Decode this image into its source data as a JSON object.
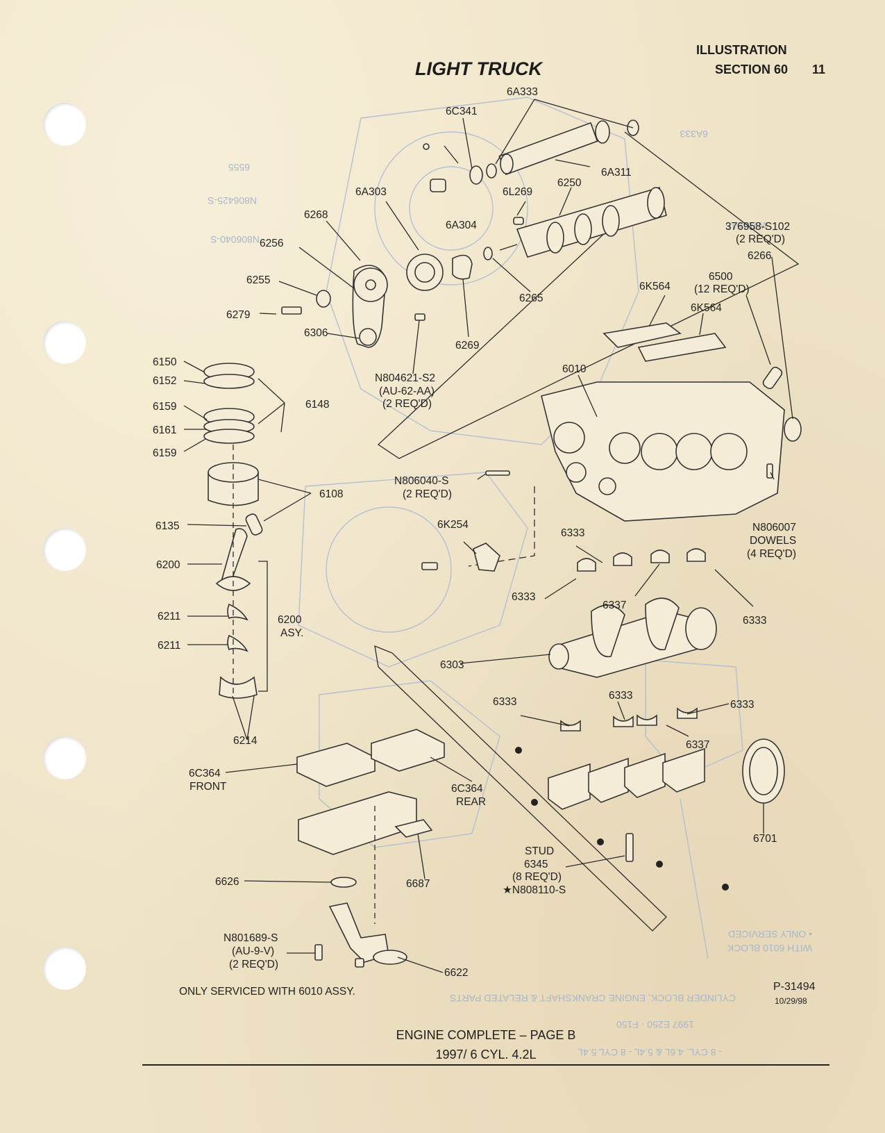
{
  "header": {
    "illustration": "ILLUSTRATION",
    "section": "SECTION 60",
    "page_number": "11",
    "title": "LIGHT TRUCK"
  },
  "labels": {
    "6A333": "6A333",
    "6C341": "6C341",
    "6A311": "6A311",
    "6A303": "6A303",
    "6L269": "6L269",
    "6250": "6250",
    "6268": "6268",
    "6A304": "6A304",
    "376958": "376958-S102",
    "376958_req": "(2 REQ'D)",
    "6266": "6266",
    "6256": "6256",
    "6500": "6500",
    "6500_req": "(12 REQ'D)",
    "6255": "6255",
    "6265": "6265",
    "6K564_a": "6K564",
    "6K564_b": "6K564",
    "6279": "6279",
    "6306": "6306",
    "6269": "6269",
    "6010": "6010",
    "6150": "6150",
    "6152": "6152",
    "6148": "6148",
    "6159_a": "6159",
    "6161": "6161",
    "6159_b": "6159",
    "N804621": "N804621-S2",
    "N804621_code": "(AU-62-AA)",
    "N804621_req": "(2 REQ'D)",
    "N806040": "N806040-S",
    "N806040_req": "(2 REQ'D)",
    "6108": "6108",
    "6135": "6135",
    "N806007": "N806007",
    "dowels": "DOWELS",
    "N806007_req": "(4 REQ'D)",
    "6K254": "6K254",
    "6333_a": "6333",
    "6200": "6200",
    "6333_b": "6333",
    "6337_a": "6337",
    "6333_c": "6333",
    "6211_a": "6211",
    "6200_asy_a": "6200",
    "6200_asy_b": "ASY.",
    "6211_b": "6211",
    "6303": "6303",
    "6333_d": "6333",
    "6333_e": "6333",
    "6333_f": "6333",
    "6337_b": "6337",
    "6214": "6214",
    "6C364_front_a": "6C364",
    "6C364_front_b": "FRONT",
    "6C364_rear_a": "6C364",
    "6C364_rear_b": "REAR",
    "6701": "6701",
    "stud": "STUD",
    "6345": "6345",
    "6345_req": "(8 REQ'D)",
    "N808110": "★N808110-S",
    "6626": "6626",
    "6687": "6687",
    "N801689": "N801689-S",
    "N801689_code": "(AU-9-V)",
    "N801689_req": "(2 REQ'D)",
    "6622": "6622",
    "only_serviced": "ONLY SERVICED WITH 6010 ASSY."
  },
  "footer": {
    "part_code": "P-31494",
    "date": "10/29/98",
    "line1": "ENGINE COMPLETE – PAGE B",
    "line2": "1997/ 6 CYL. 4.2L"
  },
  "colors": {
    "paper": "#efe3c6",
    "ink": "#222222",
    "bleed_through": "#b4c0d2"
  },
  "icons": {
    "punch_hole": "circle",
    "star_marker": "star-icon",
    "bullet_marker": "dot-icon"
  }
}
